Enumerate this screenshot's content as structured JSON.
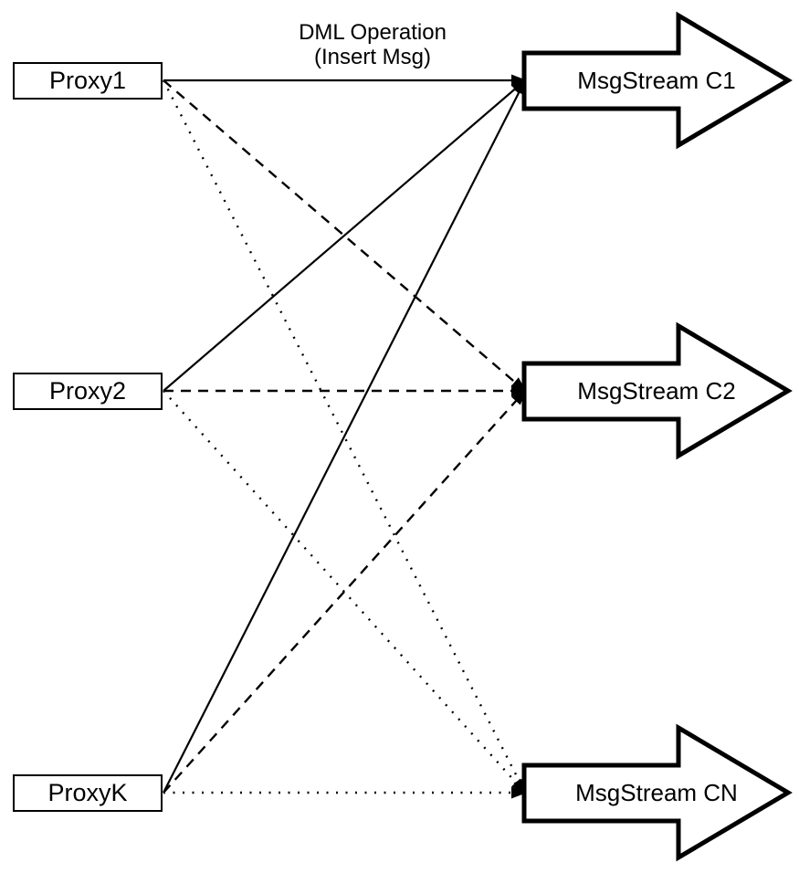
{
  "diagram": {
    "annotation": {
      "line1": "DML Operation",
      "line2": "(Insert Msg)"
    },
    "proxies": [
      {
        "id": "proxy1",
        "label": "Proxy1"
      },
      {
        "id": "proxy2",
        "label": "Proxy2"
      },
      {
        "id": "proxyk",
        "label": "ProxyK"
      }
    ],
    "streams": [
      {
        "id": "c1",
        "label": "MsgStream C1"
      },
      {
        "id": "c2",
        "label": "MsgStream C2"
      },
      {
        "id": "cn",
        "label": "MsgStream CN"
      }
    ],
    "edges": [
      {
        "from": "proxy1",
        "to": "c1",
        "style": "solid"
      },
      {
        "from": "proxy1",
        "to": "c2",
        "style": "dashed"
      },
      {
        "from": "proxy1",
        "to": "cn",
        "style": "dotted"
      },
      {
        "from": "proxy2",
        "to": "c1",
        "style": "solid"
      },
      {
        "from": "proxy2",
        "to": "c2",
        "style": "dashed"
      },
      {
        "from": "proxy2",
        "to": "cn",
        "style": "dotted"
      },
      {
        "from": "proxyk",
        "to": "c1",
        "style": "solid"
      },
      {
        "from": "proxyk",
        "to": "c2",
        "style": "dashed"
      },
      {
        "from": "proxyk",
        "to": "cn",
        "style": "dotted"
      }
    ]
  },
  "colors": {
    "line": "#000000",
    "shape_stroke": "#000000",
    "shape_fill": "#ffffff",
    "background": "#ffffff"
  }
}
